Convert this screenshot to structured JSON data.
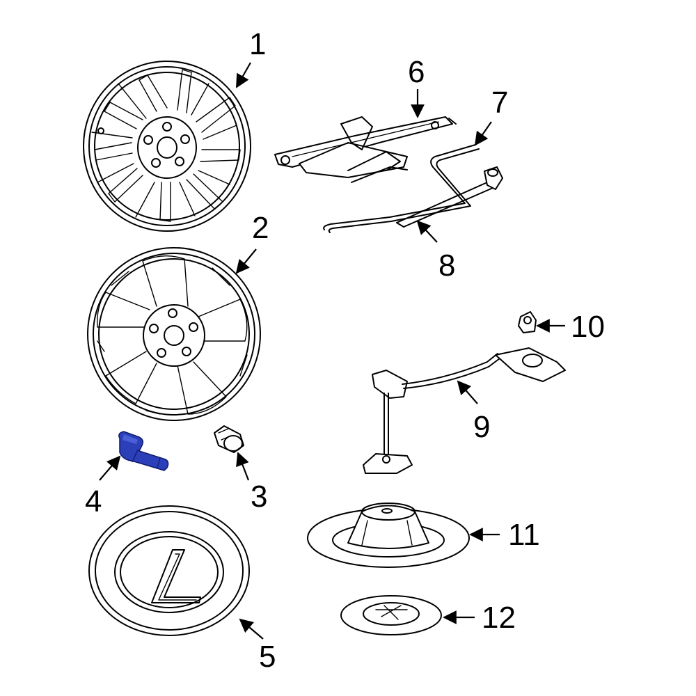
{
  "callouts": {
    "c1": "1",
    "c2": "2",
    "c3": "3",
    "c4": "4",
    "c5": "5",
    "c6": "6",
    "c7": "7",
    "c8": "8",
    "c9": "9",
    "c10": "10",
    "c11": "11",
    "c12": "12"
  },
  "highlight_color": "#2b3fb8",
  "highlighted_part": "4"
}
